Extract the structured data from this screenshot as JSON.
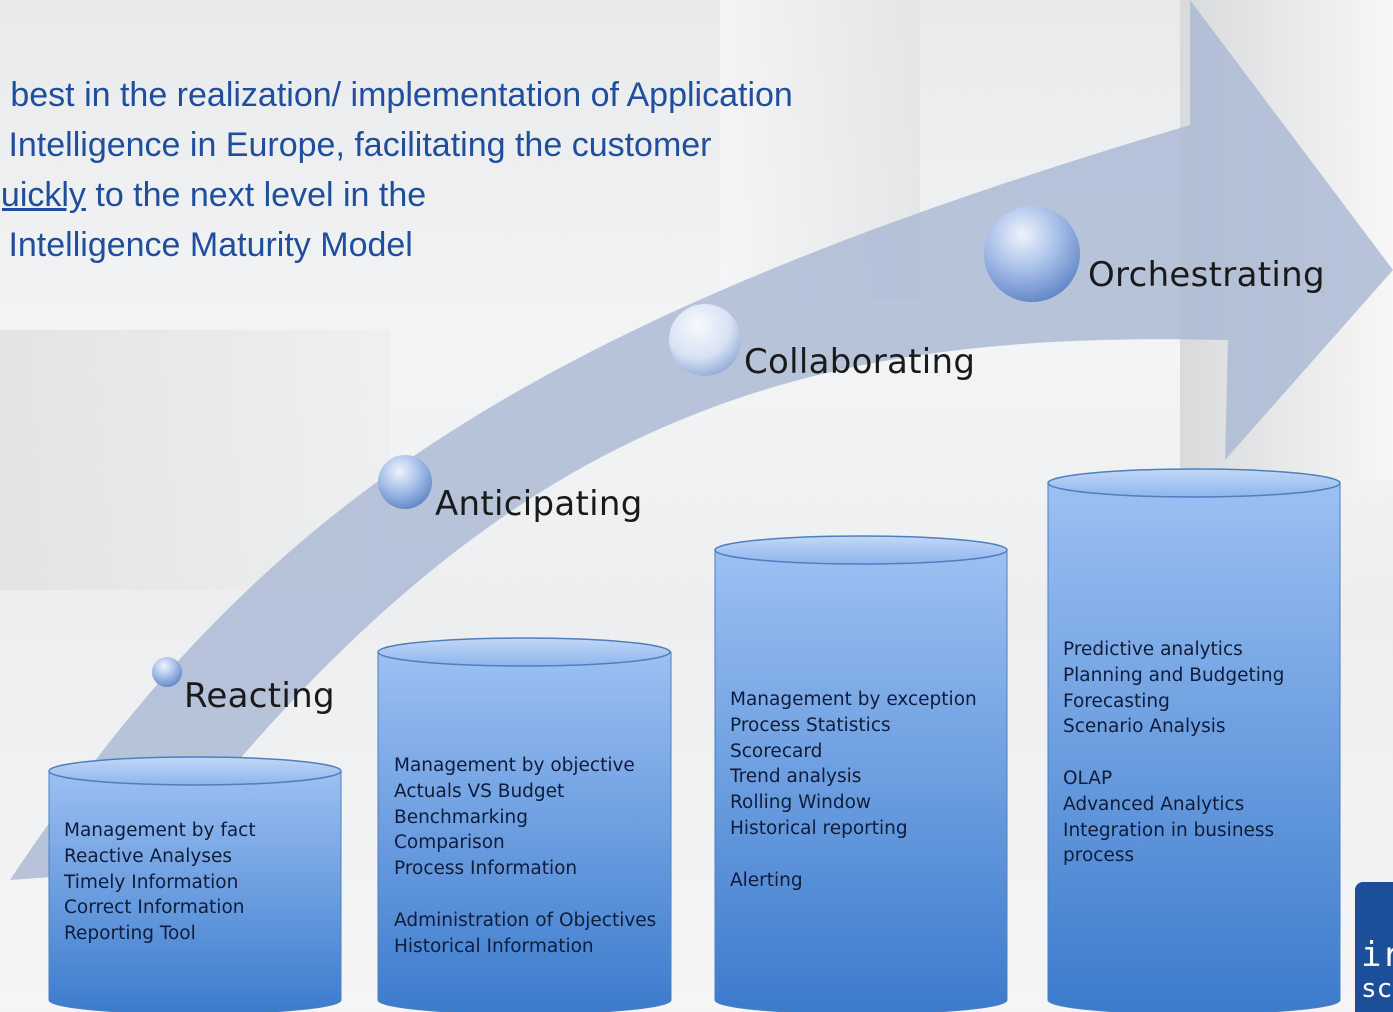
{
  "headline": {
    "line1": "e best in the realization/ implementation of Application",
    "line2": "s Intelligence in Europe, facilitating the customer",
    "line3_link": "quickly",
    "line3_rest": " to the next level in the",
    "line4": "s Intelligence Maturity Model"
  },
  "stages": {
    "reacting": "Reacting",
    "anticipating": "Anticipating",
    "collaborating": "Collaborating",
    "orchestrating": "Orchestrating"
  },
  "cylinders": {
    "reacting": "Management by fact\nReactive Analyses\nTimely Information\nCorrect Information\nReporting Tool",
    "anticipating": "Management by objective\nActuals VS Budget\nBenchmarking\nComparison\nProcess Information\n\nAdministration of Objectives\nHistorical Information",
    "collaborating": "Management by exception\nProcess Statistics\nScorecard\nTrend analysis\nRolling Window\nHistorical reporting\n\nAlerting",
    "orchestrating": "Predictive analytics\nPlanning and Budgeting\nForecasting\nScenario Analysis\n\nOLAP\nAdvanced Analytics\nIntegration in business\nprocess"
  },
  "logo": {
    "line1": "ir",
    "line2": "sc"
  },
  "colors": {
    "headline": "#1f4e9c",
    "arrow": "#a9b8d3",
    "cylinder_top": "#8db4f0",
    "cylinder_bottom": "#3f7fd0",
    "logo": "#1c4f9a"
  }
}
